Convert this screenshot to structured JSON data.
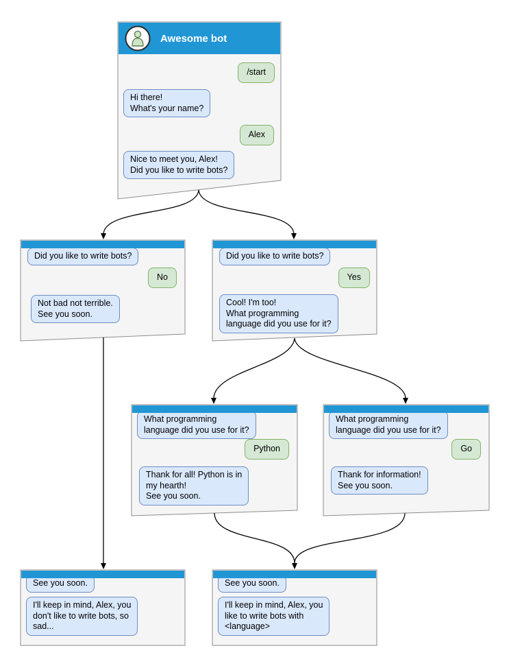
{
  "colors": {
    "header_blue": "#2196d5",
    "window_bg": "#f5f5f5",
    "window_border": "#8c8c8c",
    "bot_bubble_bg": "#dae8fc",
    "bot_bubble_border": "#6c8ebf",
    "user_bubble_bg": "#d5e8d4",
    "user_bubble_border": "#82b366",
    "arrow_color": "#000000"
  },
  "windows": {
    "start": {
      "title": "Awesome bot",
      "avatar_icon": "person-icon",
      "messages": [
        {
          "from": "user",
          "text": "/start"
        },
        {
          "from": "bot",
          "text": "Hi there!\nWhat's your name?"
        },
        {
          "from": "user",
          "text": "Alex"
        },
        {
          "from": "bot",
          "text": "Nice to meet you, Alex!\nDid you like to write bots?"
        }
      ]
    },
    "branch_no": {
      "messages": [
        {
          "from": "bot",
          "text": "Did you like to write bots?"
        },
        {
          "from": "user",
          "text": "No"
        },
        {
          "from": "bot",
          "text": "Not bad not terrible.\nSee you soon."
        }
      ]
    },
    "branch_yes": {
      "messages": [
        {
          "from": "bot",
          "text": "Did you like to write bots?"
        },
        {
          "from": "user",
          "text": "Yes"
        },
        {
          "from": "bot",
          "text": "Cool! I'm too!\nWhat programming\nlanguage did you use for it?"
        }
      ]
    },
    "lang_python": {
      "messages": [
        {
          "from": "bot",
          "text": "What programming\nlanguage did you use for it?"
        },
        {
          "from": "user",
          "text": "Python"
        },
        {
          "from": "bot",
          "text": "Thank for all! Python is in\nmy hearth!\nSee you soon."
        }
      ]
    },
    "lang_go": {
      "messages": [
        {
          "from": "bot",
          "text": "What programming\nlanguage did you use for it?"
        },
        {
          "from": "user",
          "text": "Go"
        },
        {
          "from": "bot",
          "text": "Thank for information!\nSee you soon."
        }
      ]
    },
    "end_no": {
      "messages": [
        {
          "from": "bot",
          "text": "See you soon."
        },
        {
          "from": "bot",
          "text": "I'll keep in mind, Alex, you\ndon't like to write bots, so\nsad..."
        }
      ]
    },
    "end_yes": {
      "messages": [
        {
          "from": "bot",
          "text": "See you soon."
        },
        {
          "from": "bot",
          "text": "I'll keep in mind, Alex, you\nlike to write bots with\n<language>"
        }
      ]
    }
  }
}
